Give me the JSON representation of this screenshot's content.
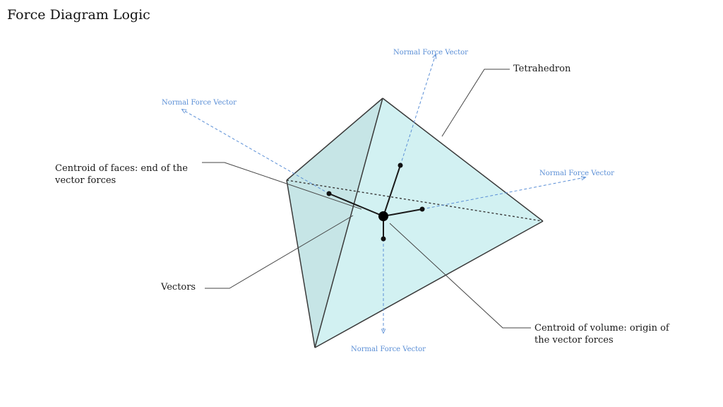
{
  "title": "Force Diagram Logic",
  "labels": {
    "tetrahedron": "Tetrahedron",
    "centroid_faces_line1": "Centroid of faces: end of the",
    "centroid_faces_line2": "vector forces",
    "vectors": "Vectors",
    "centroid_volume_line1": "Centroid of volume: origin of",
    "centroid_volume_line2": "the vector forces"
  },
  "normal_force_labels": {
    "top": "Normal Force Vector",
    "left": "Normal Force Vector",
    "right": "Normal Force Vector",
    "bottom": "Normal Force Vector"
  },
  "colors": {
    "face_light": "#d2f1f2",
    "face_shadow": "#c4e5e6",
    "edge": "#3a3a3a",
    "vector_blue": "#5b8fd6",
    "leader": "#444444"
  }
}
